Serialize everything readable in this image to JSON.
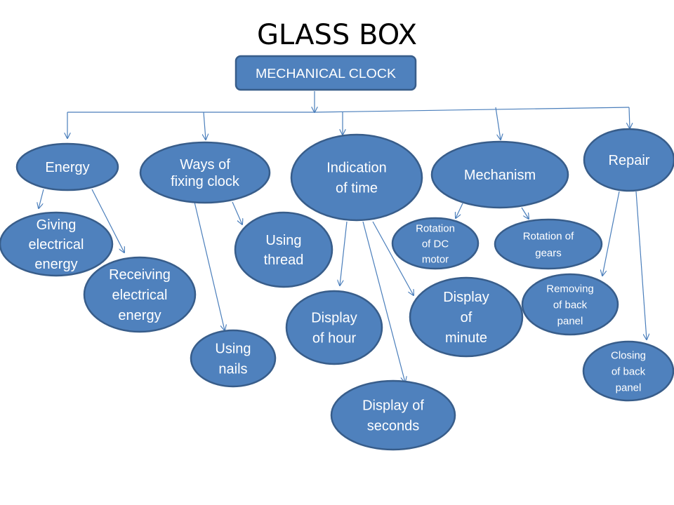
{
  "title": "GLASS BOX",
  "root": "MECHANICAL CLOCK",
  "nodes": {
    "energy": [
      "Energy"
    ],
    "ways": [
      "Ways of",
      "fixing clock"
    ],
    "indication": [
      "Indication",
      "of time"
    ],
    "mechanism": [
      "Mechanism"
    ],
    "repair": [
      "Repair"
    ],
    "giving": [
      "Giving",
      "electrical",
      "energy"
    ],
    "receiving": [
      "Receiving",
      "electrical",
      "energy"
    ],
    "thread": [
      "Using",
      "thread"
    ],
    "nails": [
      "Using",
      "nails"
    ],
    "hour": [
      "Display",
      "of hour"
    ],
    "minute": [
      "Display",
      "of",
      "minute"
    ],
    "seconds": [
      "Display of",
      "seconds"
    ],
    "dcmotor": [
      "Rotation",
      "of DC",
      "motor"
    ],
    "gears": [
      "Rotation of",
      "gears"
    ],
    "removing": [
      "Removing",
      "of back",
      "panel"
    ],
    "closing": [
      "Closing",
      "of back",
      "panel"
    ]
  },
  "colors": {
    "node_fill": "#4f81bd",
    "node_stroke": "#385d8a",
    "connector": "#4a7ebb",
    "text": "#ffffff"
  }
}
